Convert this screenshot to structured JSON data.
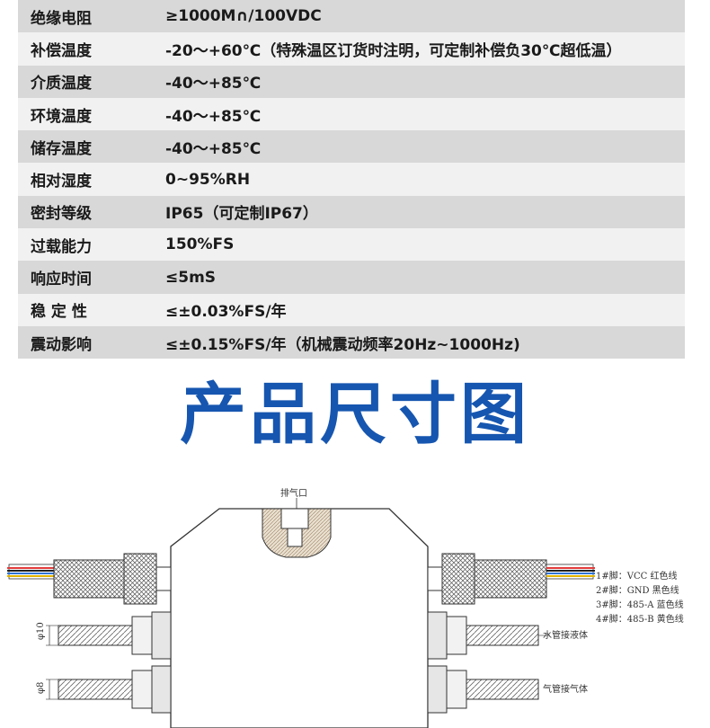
{
  "spec_rows": [
    {
      "label": "绝缘电阻",
      "value": "≥1000M∩/100VDC"
    },
    {
      "label": "补偿温度",
      "value": "-20～+60℃（特殊温区订货时注明，可定制补偿负30℃超低温）"
    },
    {
      "label": "介质温度",
      "value": "-40～+85℃"
    },
    {
      "label": "环境温度",
      "value": "-40～+85℃"
    },
    {
      "label": "储存温度",
      "value": "-40～+85℃"
    },
    {
      "label": "相对湿度",
      "value": "0~95%RH"
    },
    {
      "label": "密封等级",
      "value": "IP65（可定制IP67）"
    },
    {
      "label": "过载能力",
      "value": "150%FS"
    },
    {
      "label": "响应时间",
      "value": "≤5mS"
    },
    {
      "label": "稳 定 性",
      "value": "≤±0.03%FS/年"
    },
    {
      "label": "震动影响",
      "value": "≤±0.15%FS/年（机械震动频率20Hz~1000Hz)"
    }
  ],
  "section_title": "产品尺寸图",
  "diagram": {
    "vent_label": "排气口",
    "pins": [
      "1#脚：VCC   红色线",
      "2#脚：GND   黑色线",
      "3#脚：485-A 蓝色线",
      "4#脚：485-B 黄色线"
    ],
    "water_label": "水管接液体",
    "gas_label": "气管接气体",
    "dim_water": "φ10",
    "dim_gas": "φ8",
    "wire_colors": [
      "#e23b3b",
      "#222222",
      "#2e74d6",
      "#e0b400"
    ]
  }
}
